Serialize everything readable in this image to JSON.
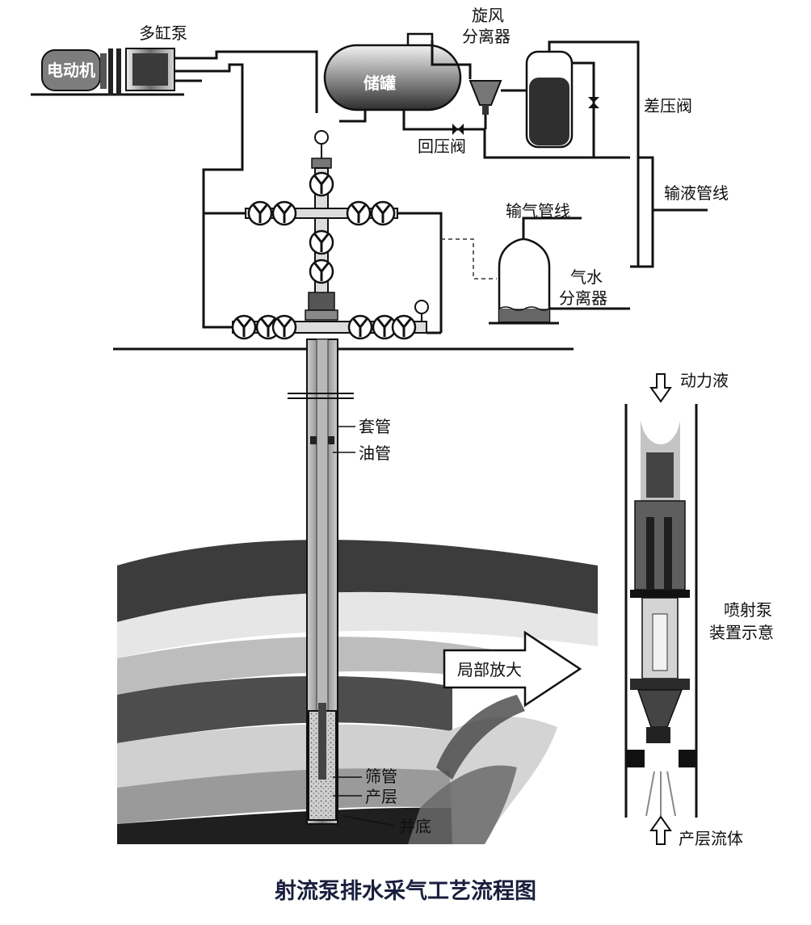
{
  "labels": {
    "motor": "电动机",
    "multi_cylinder_pump": "多缸泵",
    "tank": "储罐",
    "cyclone_separator": "旋风\n分离器",
    "diff_pressure_valve": "差压阀",
    "back_pressure_valve": "回压阀",
    "liquid_pipeline": "输液管线",
    "gas_pipeline": "输气管线",
    "gas_water_separator": "气水\n分离器",
    "power_fluid": "动力液",
    "casing": "套管",
    "tubing": "油管",
    "jet_pump_schematic": "喷射泵\n装置示意",
    "partial_zoom": "局部放大",
    "screen_pipe": "筛管",
    "producing_layer": "产层",
    "well_bottom": "井底",
    "reservoir_fluid": "产层流体"
  },
  "caption": "射流泵排水采气工艺流程图",
  "colors": {
    "line": "#111111",
    "equipment_dark": "#3a3a3a",
    "equipment_mid": "#8a8a8a",
    "strata_dark": "#2b2b2b",
    "strata_light": "#d9d9d9",
    "caption": "#1a1f3d"
  }
}
